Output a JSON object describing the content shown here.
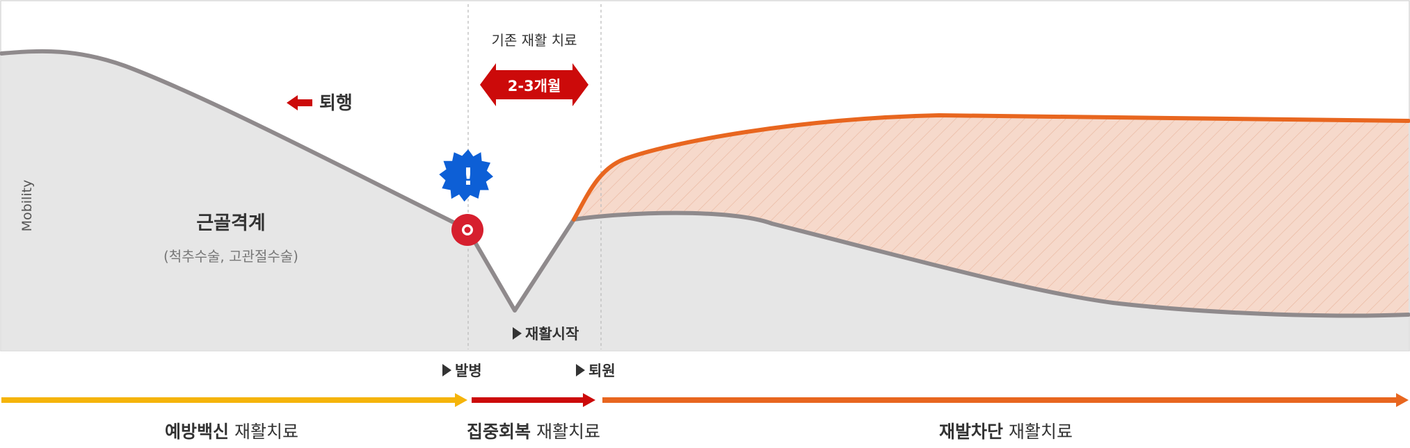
{
  "diagram": {
    "y_axis_label": "Mobility",
    "area_label": "근골격계",
    "area_sublabel": "(척추수술, 고관절수술)",
    "decline_label": "퇴행",
    "conventional_label": "기존 재활 치료",
    "duration_label": "2-3개월",
    "alert_symbol": "!",
    "rehab_start_label": "재활시작",
    "onset_label": "발병",
    "discharge_label": "퇴원",
    "phases": [
      {
        "bold": "예방백신",
        "rest": " 재활치료"
      },
      {
        "bold": "집중회복",
        "rest": " 재활치료"
      },
      {
        "bold": "재발차단",
        "rest": " 재활치료"
      }
    ]
  },
  "colors": {
    "baseline_curve": "#8f8a8c",
    "improved_curve": "#e8661f",
    "improved_fill": "#f6d9cb",
    "area_fill": "#e6e6e6",
    "accent_red": "#cc0a0a",
    "event_marker": "#d61f2e",
    "alert_badge": "#0d5fd6",
    "phase1": "#f5b40a",
    "phase2": "#cc0a0a",
    "phase3": "#e8661f"
  },
  "icons": [
    "arrow-left-icon",
    "double-arrow-icon",
    "alert-badge-icon",
    "event-marker-icon",
    "play-triangle-icon"
  ]
}
